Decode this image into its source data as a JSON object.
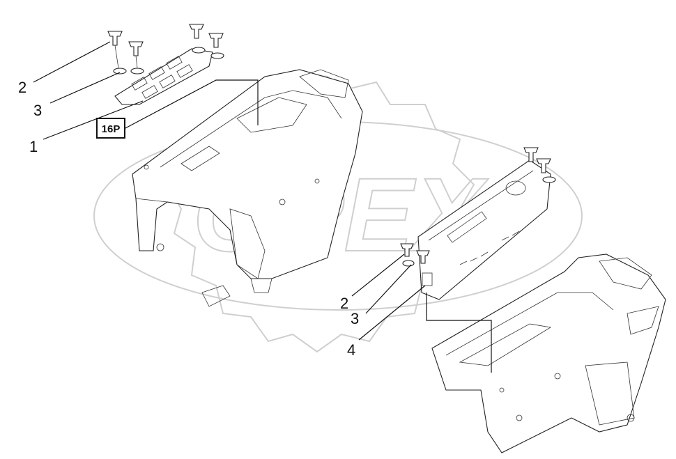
{
  "watermark": {
    "text": "OPEX"
  },
  "callouts_left": [
    {
      "label": "2"
    },
    {
      "label": "3"
    },
    {
      "label": "1"
    }
  ],
  "reference_box": {
    "label": "16P"
  },
  "callouts_right": [
    {
      "label": "2"
    },
    {
      "label": "3"
    },
    {
      "label": "4"
    }
  ],
  "colors": {
    "line": "#111111",
    "watermark": "#cfcfcf",
    "background": "#ffffff"
  }
}
